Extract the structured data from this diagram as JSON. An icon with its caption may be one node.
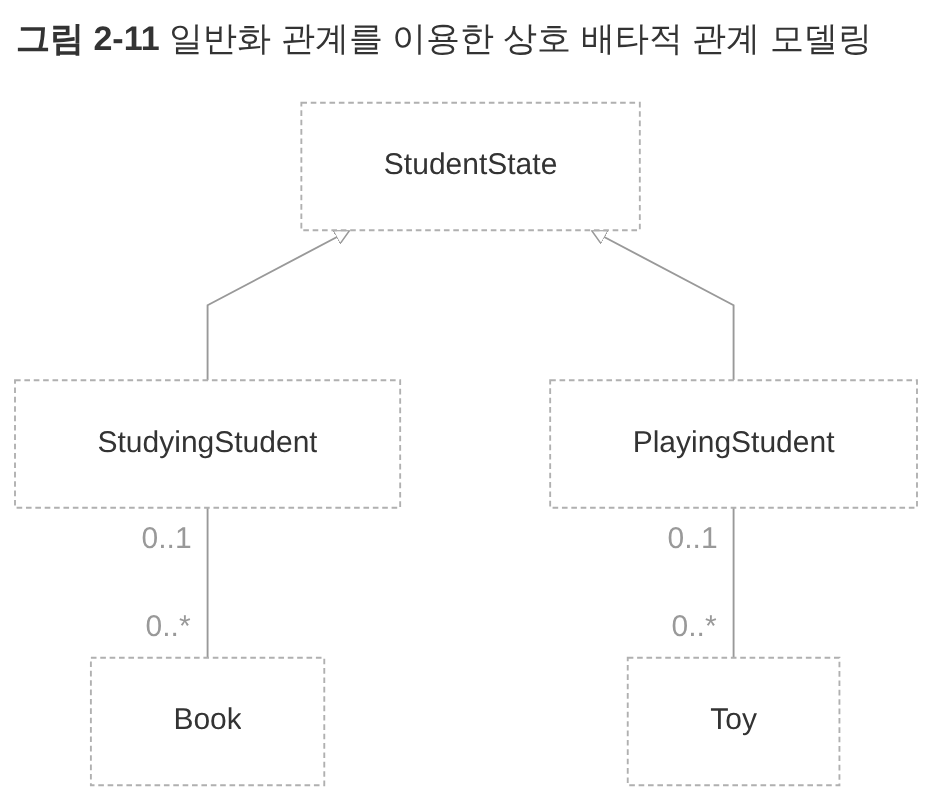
{
  "diagram": {
    "title": "**그림 2-11** 일반화 관계를 이용한 상호 배타적 관계 모델링",
    "nodes": [
      {
        "text": [
          "StudentState"
        ]
      },
      {
        "text": [
          "StudyingStudent"
        ]
      },
      {
        "text": [
          "PlayingStudent"
        ]
      },
      {
        "text": [
          "Book"
        ]
      },
      {
        "text": [
          "Toy"
        ]
      }
    ],
    "edges": [
      {
        "from": 1,
        "to": 0,
        "arrow": "to"
      },
      {
        "from": 2,
        "to": 0,
        "arrow": "to"
      },
      {
        "from": 3,
        "to": 1,
        "arrow": "none"
      },
      {
        "from": 4,
        "to": 2,
        "arrow": "none"
      }
    ],
    "labels": [
      "0..1",
      "0..1",
      "0..*",
      "0..*"
    ]
  }
}
